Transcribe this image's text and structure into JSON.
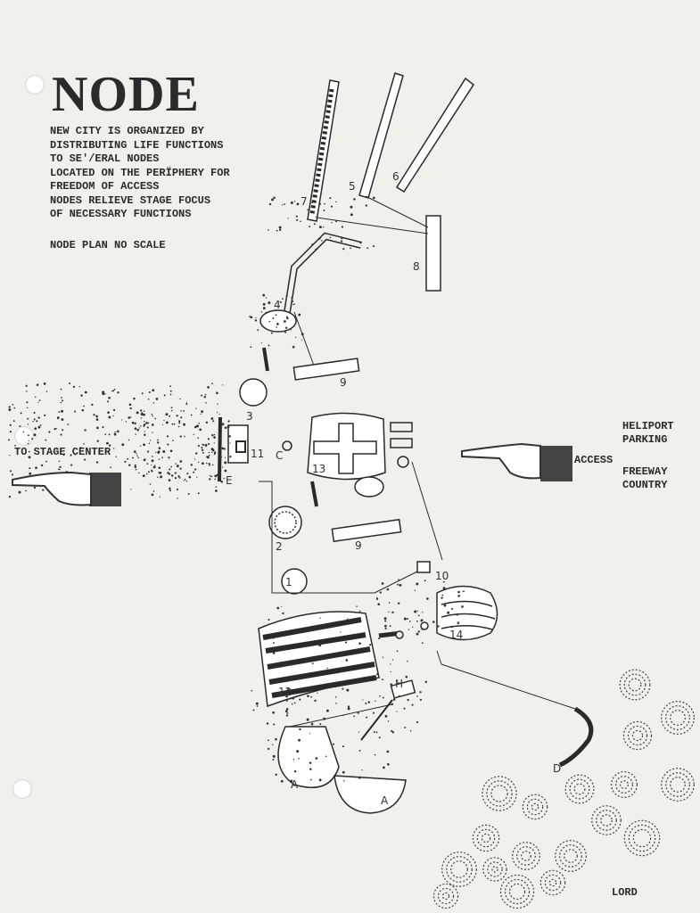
{
  "heading": "NODE",
  "description_lines": [
    "NEW CITY IS ORGANIZED BY",
    "DISTRIBUTING LIFE FUNCTIONS",
    "TO SE'/ERAL NODES",
    "LOCATED ON THE PERÏPHERY FOR",
    "FREEDOM OF ACCESS",
    "NODES RELIEVE STAGE FOCUS",
    "OF NECESSARY FUNCTIONS"
  ],
  "plan_note": "NODE PLAN NO SCALE",
  "left_pointer_label": "TO STAGE CENTER",
  "right_pointer_label": "ACCESS",
  "destinations": {
    "top": [
      "HELIPORT",
      "PARKING"
    ],
    "bottom": [
      "FREEWAY",
      "COUNTRY"
    ]
  },
  "signature": "LORD",
  "node_labels": {
    "n7": "7",
    "n5": "5",
    "n6": "6",
    "n8": "8",
    "n4": "4",
    "n9a": "9",
    "n3": "3",
    "n11": "11",
    "nC": "C",
    "n13": "13",
    "nE": "E",
    "n2": "2",
    "n9b": "9",
    "n1": "1",
    "n10": "10",
    "n14": "14",
    "n12": "12",
    "nH": "H",
    "nD": "D",
    "nA1": "A",
    "nA2": "A"
  },
  "colors": {
    "paper": "#f1f0eb",
    "ink": "#2a2a2a"
  }
}
